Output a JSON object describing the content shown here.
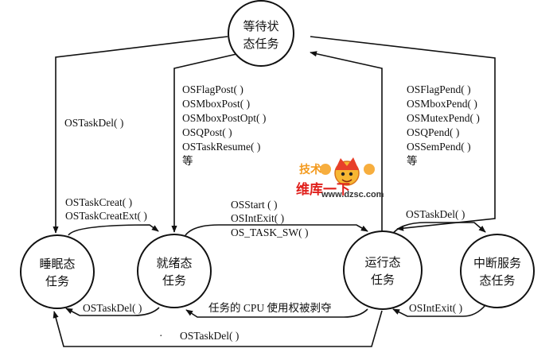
{
  "nodes": {
    "waiting": [
      "等待状",
      "态任务"
    ],
    "dormant": [
      "睡眠态",
      "任务"
    ],
    "ready": [
      "就绪态",
      "任务"
    ],
    "running": [
      "运行态",
      "任务"
    ],
    "isr": [
      "中断服务",
      "态任务"
    ]
  },
  "labels": {
    "waiting_to_dormant": "OSTaskDel( )",
    "waiting_to_ready": [
      "OSFlagPost( )",
      "OSMboxPost( )",
      "OSMboxPostOpt( )",
      "OSQPost( )",
      "OSTaskResume( )",
      "等"
    ],
    "running_to_waiting": [
      "OSFlagPend( )",
      "OSMboxPend( )",
      "OSMutexPend( )",
      "OSQPend( )",
      "OSSemPend( )",
      "等"
    ],
    "dormant_to_ready": [
      "OSTaskCreat( )",
      "OSTaskCreatExt( )"
    ],
    "ready_to_running": [
      "OSStart ( )",
      "OSIntExit( )",
      "OS_TASK_SW( )"
    ],
    "running_to_isr": "OSTaskDel( )",
    "ready_to_dormant": "OSTaskDel( )",
    "running_to_ready": "任务的 CPU 使用权被剥夺",
    "isr_to_running": "OSIntExit( )",
    "running_to_dormant": "OSTaskDel( )",
    "dot": "·"
  },
  "watermark": {
    "deco": "技术",
    "brand": "维库一下",
    "url": "www.dzsc.com"
  }
}
